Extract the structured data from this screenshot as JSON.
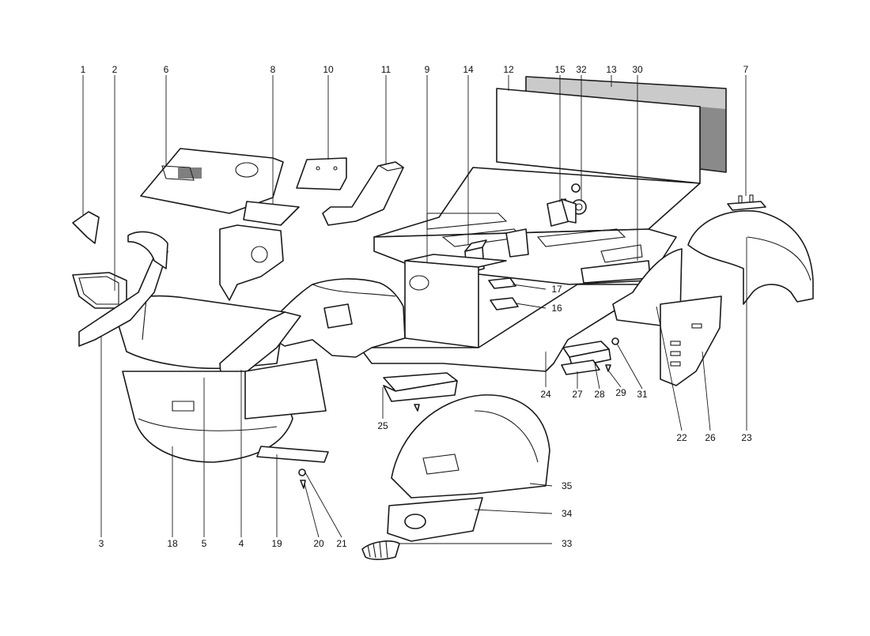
{
  "callouts": [
    {
      "num": "1"
    },
    {
      "num": "2"
    },
    {
      "num": "3"
    },
    {
      "num": "4"
    },
    {
      "num": "5"
    },
    {
      "num": "6"
    },
    {
      "num": "7"
    },
    {
      "num": "8"
    },
    {
      "num": "9"
    },
    {
      "num": "10"
    },
    {
      "num": "11"
    },
    {
      "num": "12"
    },
    {
      "num": "13"
    },
    {
      "num": "14"
    },
    {
      "num": "15"
    },
    {
      "num": "16"
    },
    {
      "num": "17"
    },
    {
      "num": "18"
    },
    {
      "num": "19"
    },
    {
      "num": "20"
    },
    {
      "num": "21"
    },
    {
      "num": "22"
    },
    {
      "num": "23"
    },
    {
      "num": "24"
    },
    {
      "num": "25"
    },
    {
      "num": "26"
    },
    {
      "num": "27"
    },
    {
      "num": "28"
    },
    {
      "num": "29"
    },
    {
      "num": "30"
    },
    {
      "num": "31"
    },
    {
      "num": "32"
    },
    {
      "num": "33"
    },
    {
      "num": "34"
    },
    {
      "num": "35"
    }
  ]
}
